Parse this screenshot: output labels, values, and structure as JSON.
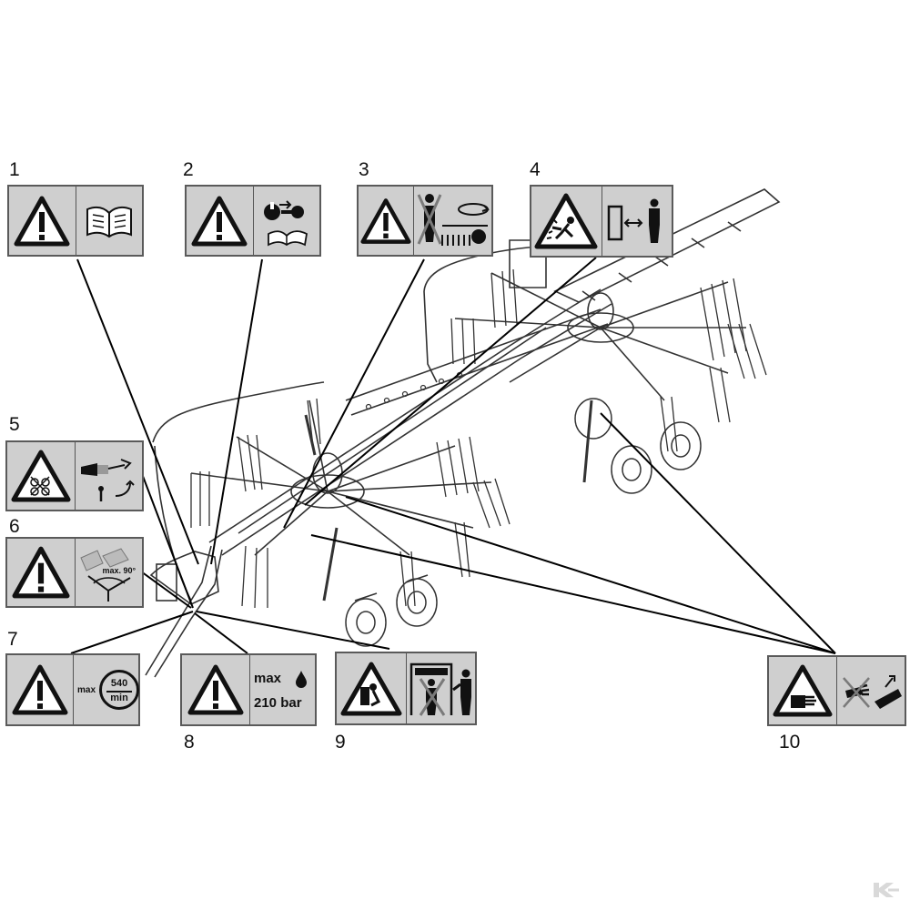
{
  "decals": [
    {
      "number": "1",
      "pictogram": "read-manual-icon"
    },
    {
      "number": "2",
      "pictogram": "remove-key-read-manual-icon"
    },
    {
      "number": "3",
      "pictogram": "no-standing-rotor-zone-icon"
    },
    {
      "number": "4",
      "pictogram": "thrown-objects-keep-distance-icon"
    },
    {
      "number": "5",
      "pictogram": "pto-shaft-safety-icon"
    },
    {
      "number": "6",
      "pictogram": "pto-angle-limit-icon",
      "angle_label": "max. 90°"
    },
    {
      "number": "7",
      "pictogram": "pto-speed-icon",
      "prefix": "max",
      "speed": "540",
      "unit": "min"
    },
    {
      "number": "8",
      "pictogram": "hydraulic-pressure-icon",
      "line1": "max",
      "line2": "210 bar"
    },
    {
      "number": "9",
      "pictogram": "crush-hazard-keep-clear-icon"
    },
    {
      "number": "10",
      "pictogram": "hand-crush-hazard-icon"
    }
  ],
  "colors": {
    "decal_fill": "#cfcfcf",
    "decal_border": "#5a5a5a",
    "line": "#000000",
    "drawing": "#333333"
  },
  "brand_mark": "kramp-logo-icon"
}
